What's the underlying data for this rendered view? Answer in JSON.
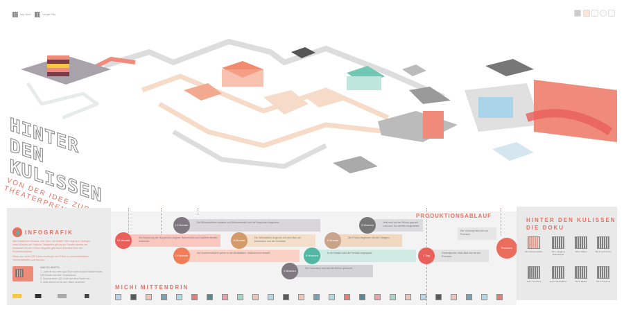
{
  "header": {
    "qr_links": [
      "App Store",
      "Google Play"
    ],
    "toolbar_icons": [
      "qr-icon",
      "image-icon",
      "text-icon",
      "circle-icon",
      "info-icon"
    ]
  },
  "title": {
    "lines": [
      "HINTER",
      "DEN",
      "KULISSEN"
    ],
    "subtitle_1": "VON DER IDEE ZUR",
    "subtitle_2": "THEATERPREMIERE"
  },
  "infografik": {
    "heading": "INFOGRAFIK",
    "intro": "Wie entsteht ein Musical, eine Oper, ein Ballett? Wer trägt zum Gelingen eines Stückes bei? Welche Tätigkeiten gibt es am Theater abseits der bekannten Berufe? Diese Infografik gibt einen Überblick über den Produktionsablauf.",
    "qr_note": "Hinter den vielen QR-Codes verbergen sich Filme zu unterschiedlichen Themengebieten und Berufen.",
    "howto_heading": "UND SO GEHT'S:",
    "howto": [
      "1. Lade dir aus dem App Store oder Android Market einen QR-Reader auf dein Smartphone",
      "2. Scanne einen QR-Code auf dem Poster ein",
      "3. Jetzt kannst du dir den Video ansehen!"
    ]
  },
  "timeline": {
    "heading": "PRODUKTIONSABLAUF",
    "steps": [
      {
        "label": "18 Monate",
        "color": "#e95f5a",
        "band": "#f9c7c0",
        "text": "Die Besetzung der Hauptrollen beginnt. Bühnenbild und Kostüme werden entworfen."
      },
      {
        "label": "12 Monate",
        "color": "#7f7880",
        "band": "#d8d6da",
        "text": "Die Bühnenbildner erstellen ein Bühnenmodell und die Bauproben beginnen."
      },
      {
        "label": "14 Monate",
        "color": "#f07d55",
        "band": "#fbd1c6",
        "text": "Die Kostümentwürfe gehen in die Werkstätten, Material wird bestellt."
      },
      {
        "label": "8 Monate",
        "color": "#d49a6a",
        "band": "#f4dfca",
        "text": "Die Werkstätten beginnen mit dem Bau der Dekoration und der Kostüme."
      },
      {
        "label": "6 Monate",
        "color": "#c9a48a",
        "band": "#f0d9c0",
        "text": "Die Proben beginnen mit den Sängern."
      },
      {
        "label": "6 Wochen",
        "color": "#52b8a3",
        "band": "#cfe9e3",
        "text": "In der Maske wird die Perücke angepasst."
      },
      {
        "label": "3 Wochen",
        "color": "#777777",
        "band": "#dcdbde",
        "text": "Jetzt wird auf der Bühne geprobt, Licht und Ton werden eingerichtet."
      },
      {
        "label": "4 Wochen",
        "color": "#7f7880",
        "band": "#d3d2d6",
        "text": "Die Dekoration wird auf die Bühne gebracht."
      },
      {
        "label": "1 Tag",
        "color": "#e95f5a",
        "band": "#e2e2e2",
        "text": "Generalprobe: Alles läuft wie bei der Premiere."
      }
    ],
    "premiere_label": "Premiere",
    "premiere_text": "Der Vorhang hebt sich zur Premiere."
  },
  "michi": {
    "heading": "MICHI MITTENDRIN",
    "count": 26
  },
  "doku": {
    "heading_1": "HINTER DEN KULISSEN",
    "heading_2": "DIE DOKU",
    "videos": [
      "Die Dokumentation",
      "Teil 1: Regie & Dramaturgie",
      "Teil 2: Bühne",
      "Teil 3: Licht & Ton",
      "Teil 4: Kostüme",
      "Teil 5: Maske",
      "Teil 6: Werkstätten",
      "Teil 7: Premiere"
    ]
  },
  "colors": {
    "accent": "#ea6d5e",
    "teal": "#52b8a3",
    "gray": "#c8c8cc"
  }
}
